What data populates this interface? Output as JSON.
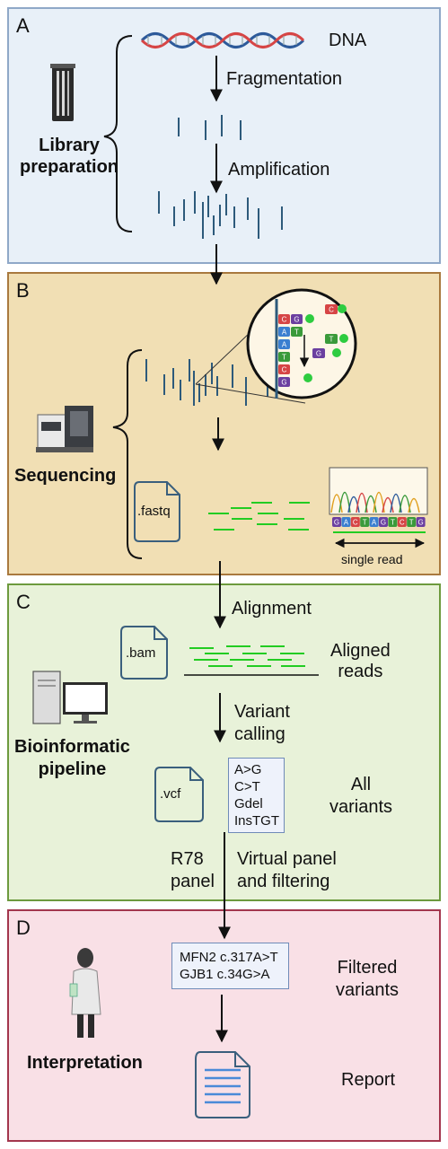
{
  "panels": {
    "a": {
      "letter": "A",
      "title_line1": "Library",
      "title_line2": "preparation",
      "dna": "DNA",
      "step1": "Fragmentation",
      "step2": "Amplification"
    },
    "b": {
      "letter": "B",
      "title": "Sequencing",
      "file": ".fastq",
      "read_label": "single read",
      "read_bases": [
        "G",
        "A",
        "C",
        "T",
        "A",
        "G",
        "T",
        "C",
        "T",
        "G"
      ],
      "nucleotides": [
        "C",
        "G",
        "A",
        "T",
        "A",
        "T",
        "C",
        "G",
        "C",
        "T",
        "G"
      ]
    },
    "c": {
      "letter": "C",
      "title_line1": "Bioinformatic",
      "title_line2": "pipeline",
      "step1": "Alignment",
      "bam": ".bam",
      "aligned_line1": "Aligned",
      "aligned_line2": "reads",
      "step2_line1": "Variant",
      "step2_line2": "calling",
      "vcf": ".vcf",
      "variants": [
        "A>G",
        "C>T",
        "Gdel",
        "InsTGT"
      ],
      "all_line1": "All",
      "all_line2": "variants",
      "panel_line1": "R78",
      "panel_line2": "panel",
      "step3_line1": "Virtual panel",
      "step3_line2": "and filtering"
    },
    "d": {
      "letter": "D",
      "title": "Interpretation",
      "filtered": [
        "MFN2 c.317A>T",
        "GJB1 c.34G>A"
      ],
      "filtered_line1": "Filtered",
      "filtered_line2": "variants",
      "report": "Report"
    }
  },
  "colors": {
    "green_read": "#22cc22",
    "fragment": "#2d5a7b",
    "file_stroke": "#3a5f7d"
  }
}
